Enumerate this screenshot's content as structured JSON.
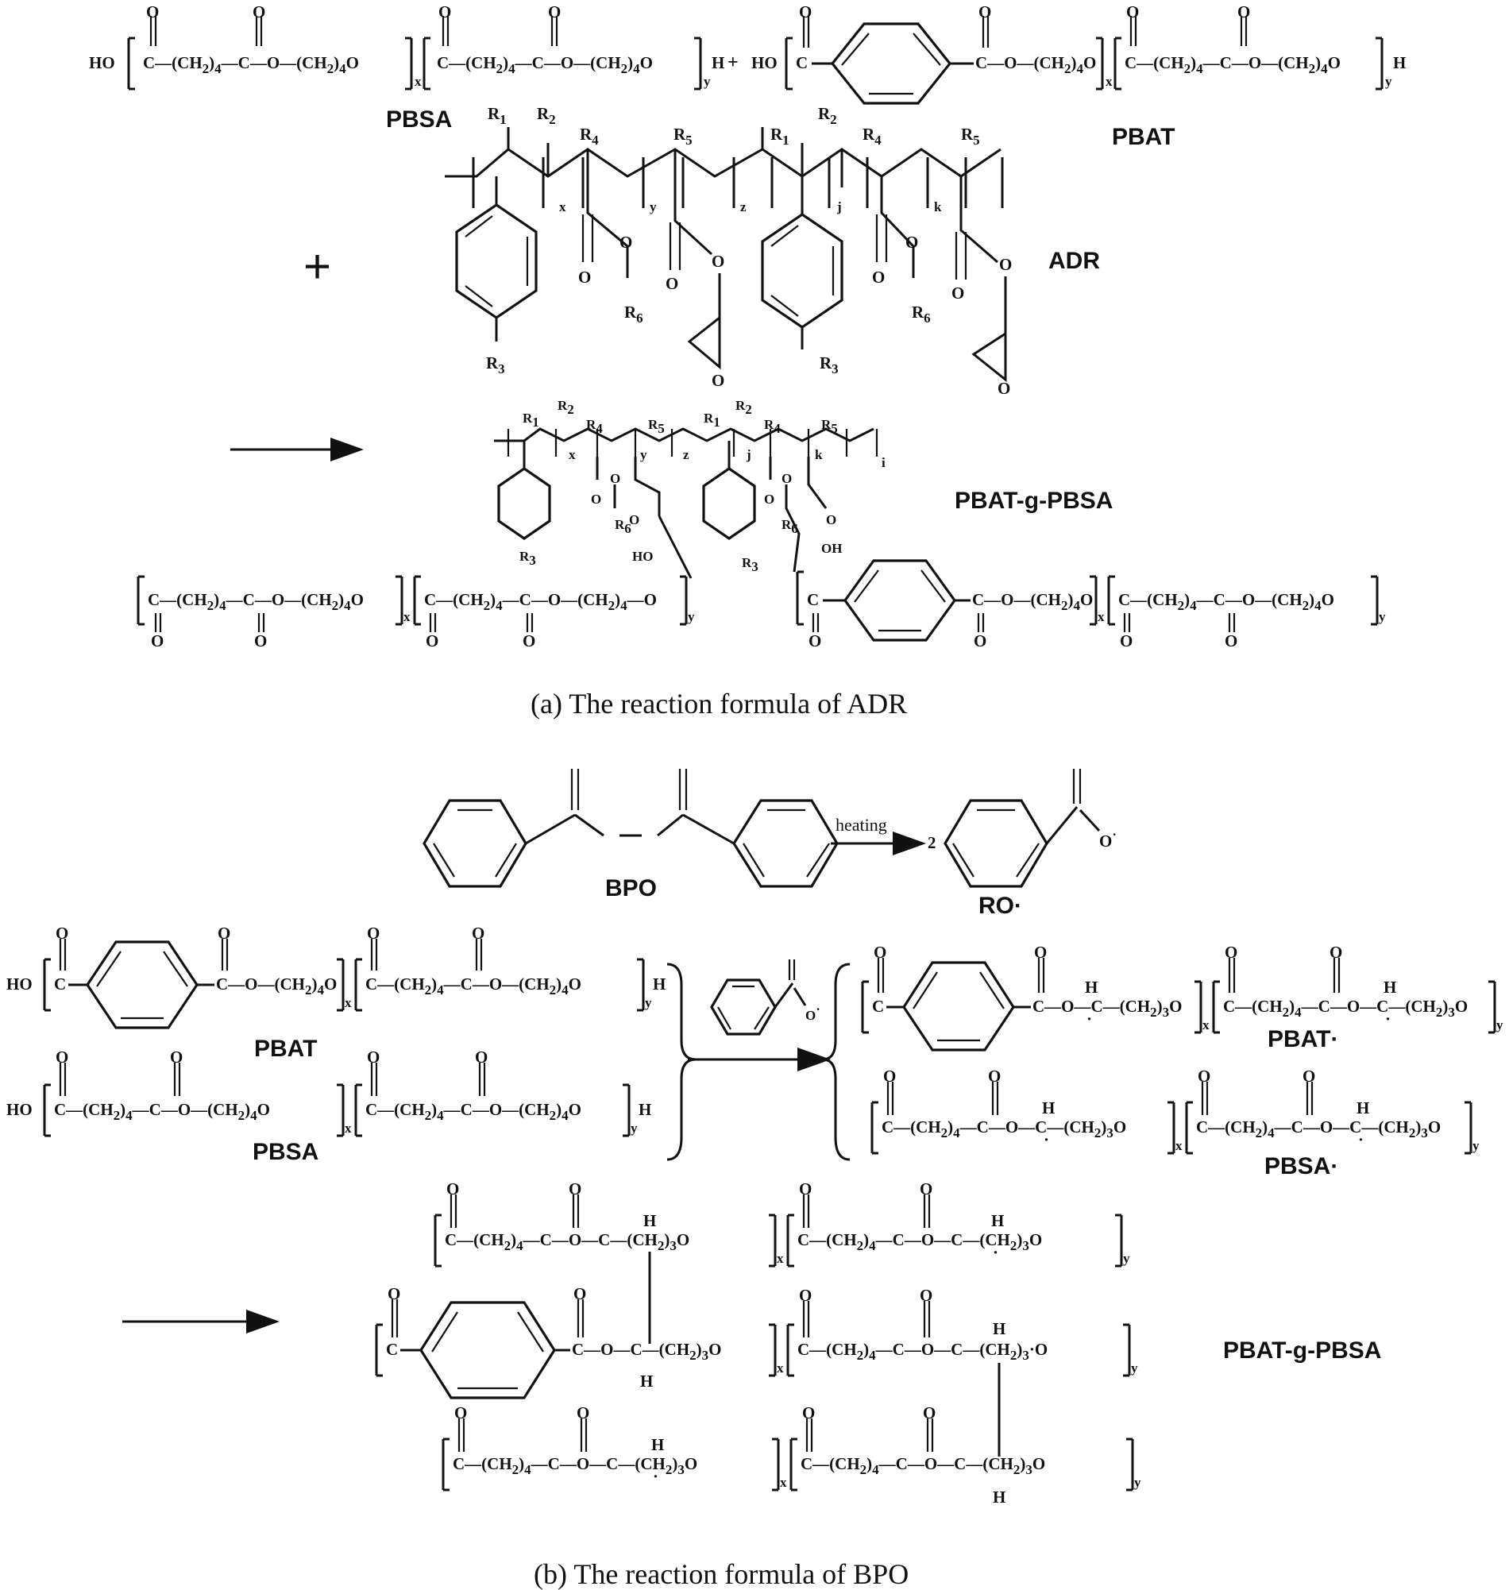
{
  "panel_a": {
    "chain_pbsa": "HO─[C─(CH₂)₄─C─O─(CH₂)₄O]x[C─(CH₂)₄─C─O─(CH₂)₄O]yH",
    "plus_inline": "+",
    "chain_pbat": "HO─[C(C₆H₄)C─O─(CH₂)₄O]x[C─(CH₂)₄─C─O─(CH₂)₄O]yH",
    "label_pbsa": "PBSA",
    "label_pbat": "PBAT",
    "plus_big": "+",
    "label_adr": "ADR",
    "r_groups": [
      "R₁",
      "R₂",
      "R₃",
      "R₄",
      "R₅",
      "R₆"
    ],
    "indices": [
      "x",
      "y",
      "z",
      "j",
      "k",
      "i"
    ],
    "label_graft": "PBAT-g-PBSA",
    "ho_a": "HO",
    "oh_a": "OH",
    "o_letter": "O",
    "caption": "(a)   The reaction formula of ADR"
  },
  "panel_b": {
    "label_bpo": "BPO",
    "heating": "heating",
    "two": "2",
    "label_ro": "RO·",
    "label_pbat": "PBAT",
    "label_pbsa": "PBSA",
    "label_pbat_rad": "PBAT·",
    "label_pbsa_rad": "PBSA·",
    "label_graft": "PBAT-g-PBSA",
    "h_letter": "H",
    "caption": "(b)   The reaction formula of BPO"
  }
}
